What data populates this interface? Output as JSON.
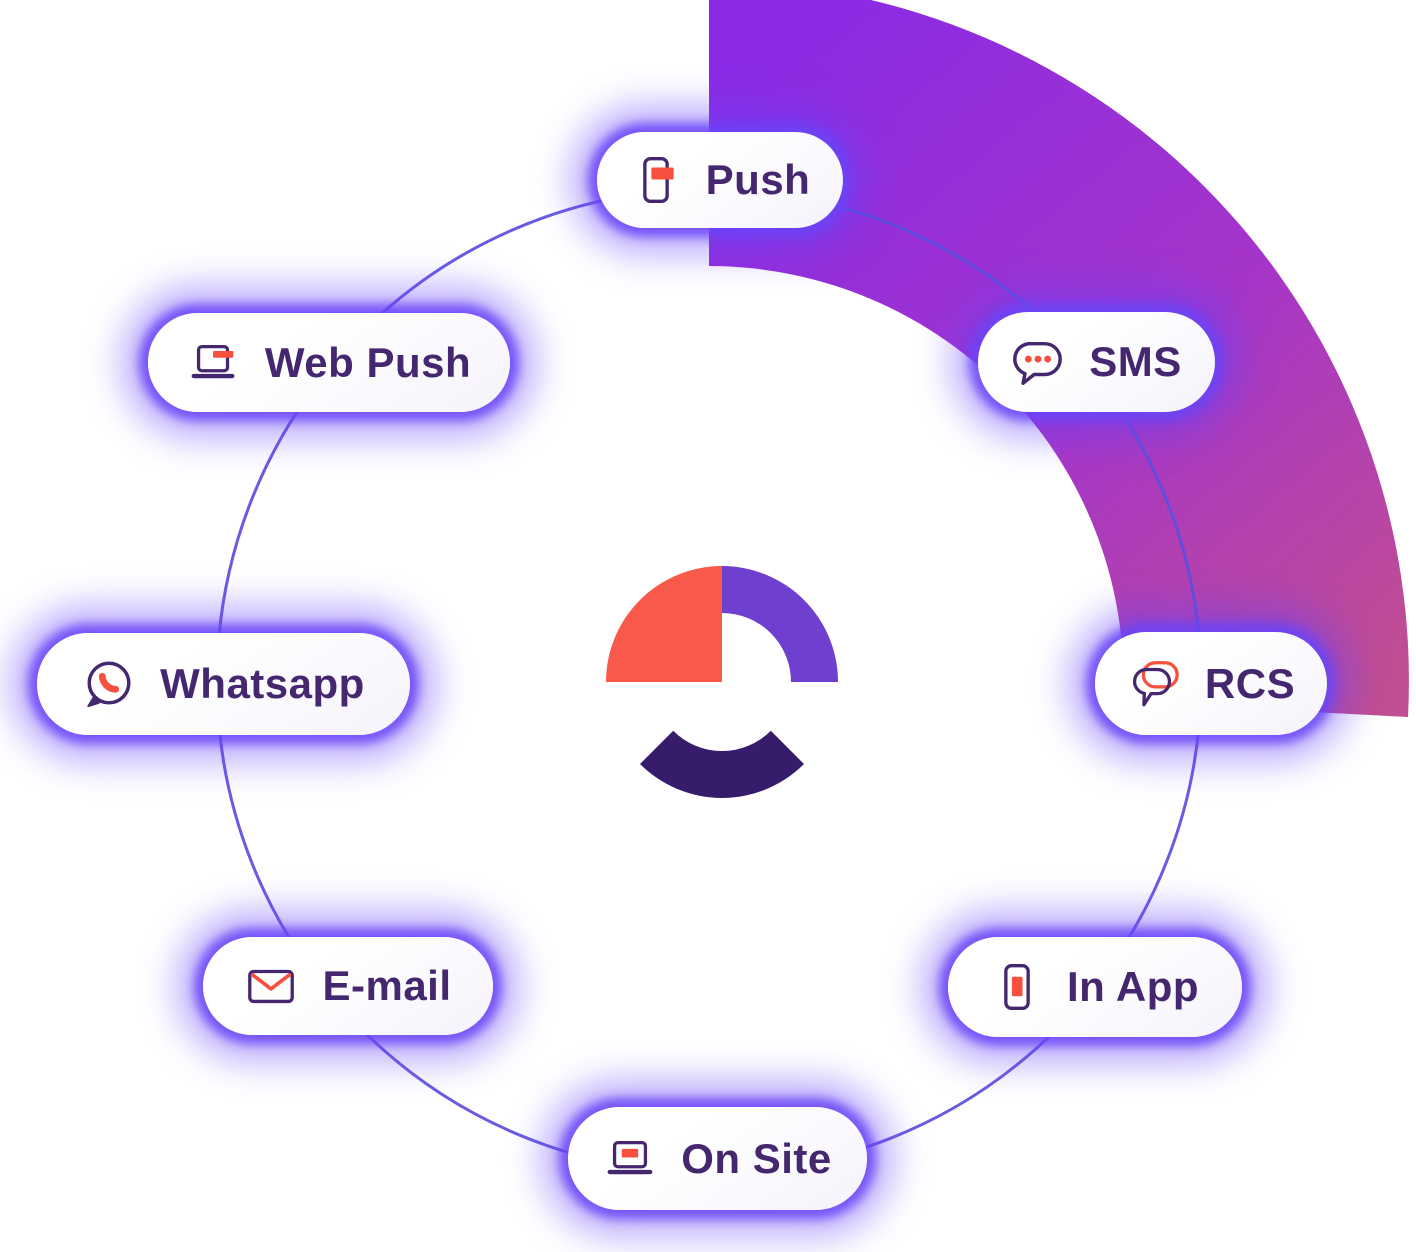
{
  "page": {
    "background": "#ffffff",
    "description": "Omnichannel messaging channels diagram: eight channel badges arranged on a ring around a central hub logo with a large quarter-arc gradient band"
  },
  "channels": [
    {
      "label": "Push",
      "icon": "phone-notification-icon"
    },
    {
      "label": "SMS",
      "icon": "chat-bubble-dots-icon"
    },
    {
      "label": "RCS",
      "icon": "double-chat-bubbles-icon"
    },
    {
      "label": "In App",
      "icon": "phone-banner-icon"
    },
    {
      "label": "On Site",
      "icon": "laptop-banner-icon"
    },
    {
      "label": "E-mail",
      "icon": "envelope-icon"
    },
    {
      "label": "Whatsapp",
      "icon": "whatsapp-call-bubble-icon"
    },
    {
      "label": "Web Push",
      "icon": "laptop-notification-icon"
    }
  ],
  "colors": {
    "label_text": "#44276E",
    "icon_stroke": "#44276E",
    "icon_accent_red": "#F8503F",
    "pill_background": "#FDFDFF",
    "pill_glow": "#6A44F7",
    "ring_line": "#5B4EE0",
    "hub_red": "#F8594A",
    "hub_purple": "#6F40D0",
    "hub_dark_purple": "#371C6B",
    "band_gradient_start": "#8A2AE5",
    "band_gradient_mid": "#A535C9",
    "band_gradient_end": "#C14E92"
  }
}
